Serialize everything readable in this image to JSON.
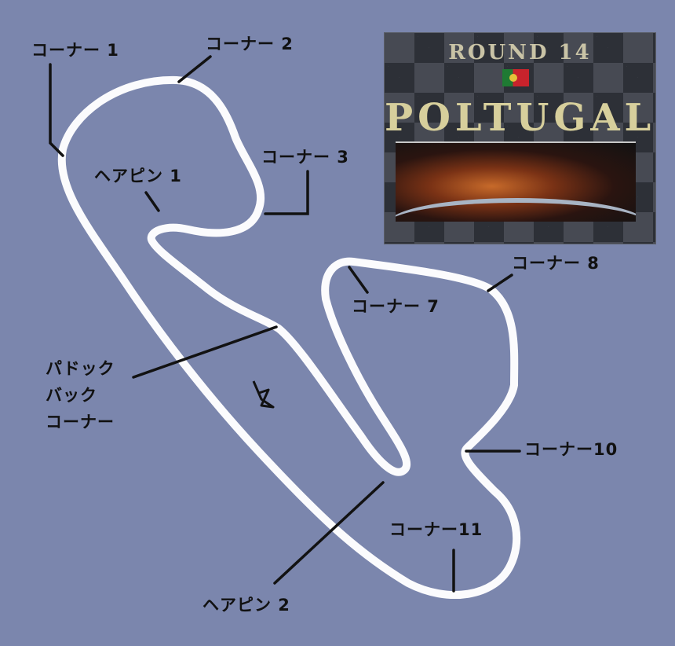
{
  "labels": {
    "corner1": "コーナー 1",
    "corner2": "コーナー 2",
    "corner3": "コーナー 3",
    "hairpin1": "ヘアピン 1",
    "corner7": "コーナー 7",
    "corner8": "コーナー 8",
    "paddock_line1": "パドック",
    "paddock_line2": "バック",
    "paddock_line3": "コーナー",
    "corner10": "コーナー10",
    "corner11": "コーナー11",
    "hairpin2": "ヘアピン 2"
  },
  "card": {
    "round": "ROUND 14",
    "country": "POLTUGAL"
  },
  "colors": {
    "background": "#7b86ad",
    "track": "#ffffff",
    "leader": "#111111"
  },
  "icons": {
    "direction": "direction-arrow-icon",
    "flag": "portugal-flag-icon"
  }
}
